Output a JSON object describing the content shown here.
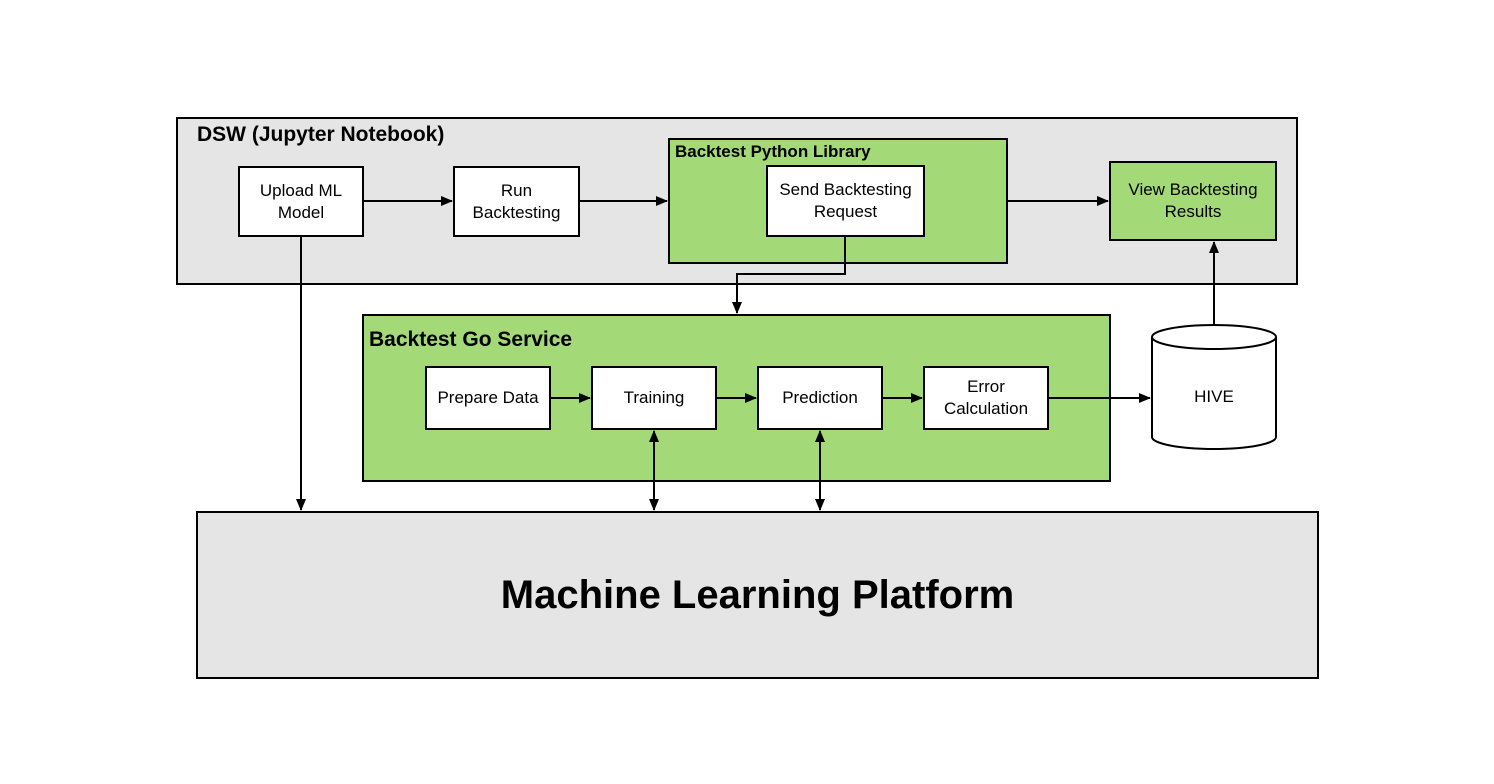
{
  "groups": {
    "dsw": {
      "title": "DSW (Jupyter Notebook)"
    },
    "python_library": {
      "title": "Backtest Python Library"
    },
    "go_service": {
      "title": "Backtest Go Service"
    },
    "ml_platform": {
      "title": "Machine Learning Platform"
    }
  },
  "nodes": {
    "upload_model": "Upload ML\nModel",
    "run_backtesting": "Run\nBacktesting",
    "send_request": "Send Backtesting\nRequest",
    "view_results": "View Backtesting\nResults",
    "prepare_data": "Prepare Data",
    "training": "Training",
    "prediction": "Prediction",
    "error_calculation": "Error\nCalculation",
    "hive": "HIVE"
  },
  "colors": {
    "container_gray": "#e5e5e5",
    "highlight_green": "#a3d977",
    "stroke": "#000000"
  }
}
